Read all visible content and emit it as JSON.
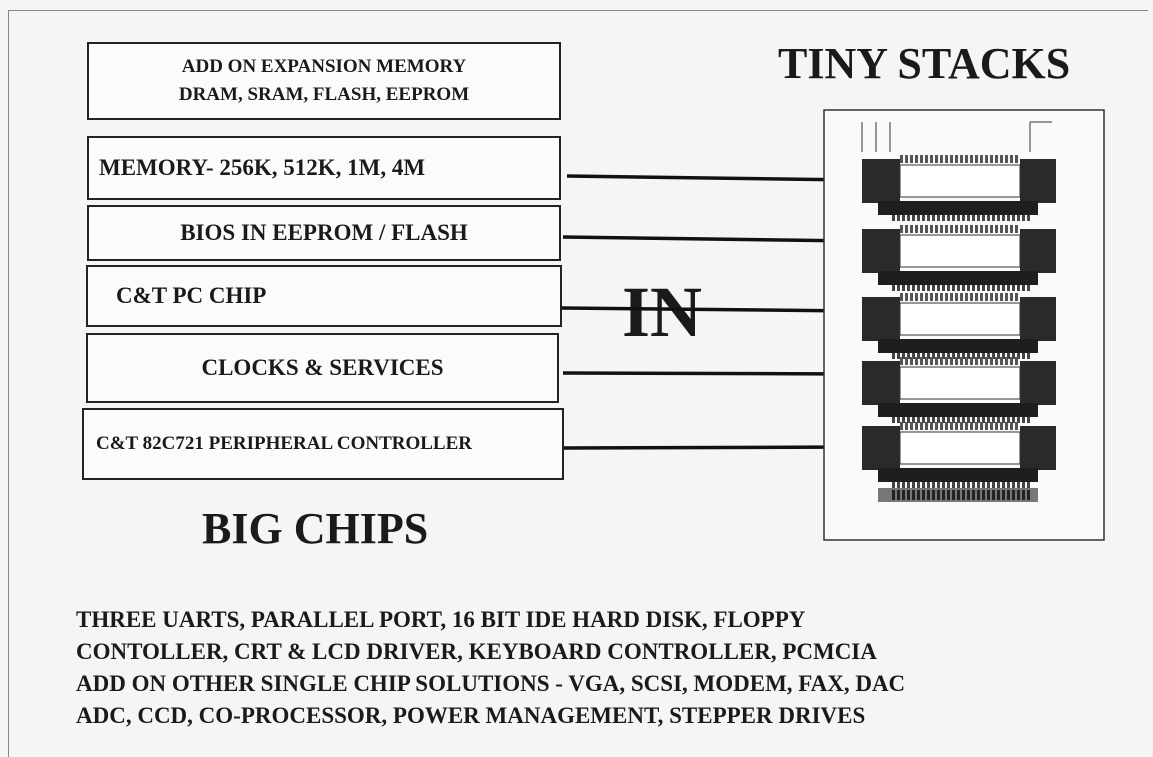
{
  "title_right": "TINY STACKS",
  "title_left": "BIG CHIPS",
  "center_label": "IN",
  "expansion_box": {
    "line1": "ADD ON EXPANSION MEMORY",
    "line2": "DRAM, SRAM, FLASH, EEPROM"
  },
  "chip_boxes": [
    {
      "label": "MEMORY- 256K, 512K, 1M, 4M"
    },
    {
      "label": "BIOS IN EEPROM / FLASH"
    },
    {
      "label": "C&T PC CHIP"
    },
    {
      "label": "CLOCKS & SERVICES"
    },
    {
      "label": "C&T 82C721 PERIPHERAL CONTROLLER"
    }
  ],
  "footer_lines": [
    "THREE UARTS, PARALLEL PORT, 16 BIT IDE HARD DISK, FLOPPY",
    "CONTOLLER, CRT & LCD DRIVER, KEYBOARD CONTROLLER, PCMCIA",
    "ADD ON OTHER SINGLE CHIP SOLUTIONS - VGA, SCSI, MODEM, FAX, DAC",
    "ADC, CCD, CO-PROCESSOR, POWER MANAGEMENT, STEPPER DRIVES"
  ],
  "colors": {
    "ink": "#1a1a1a",
    "background": "#f5f5f3"
  },
  "icons": {
    "stack": "stacked-chip-module-icon",
    "arrow": "arrow-right-icon"
  }
}
